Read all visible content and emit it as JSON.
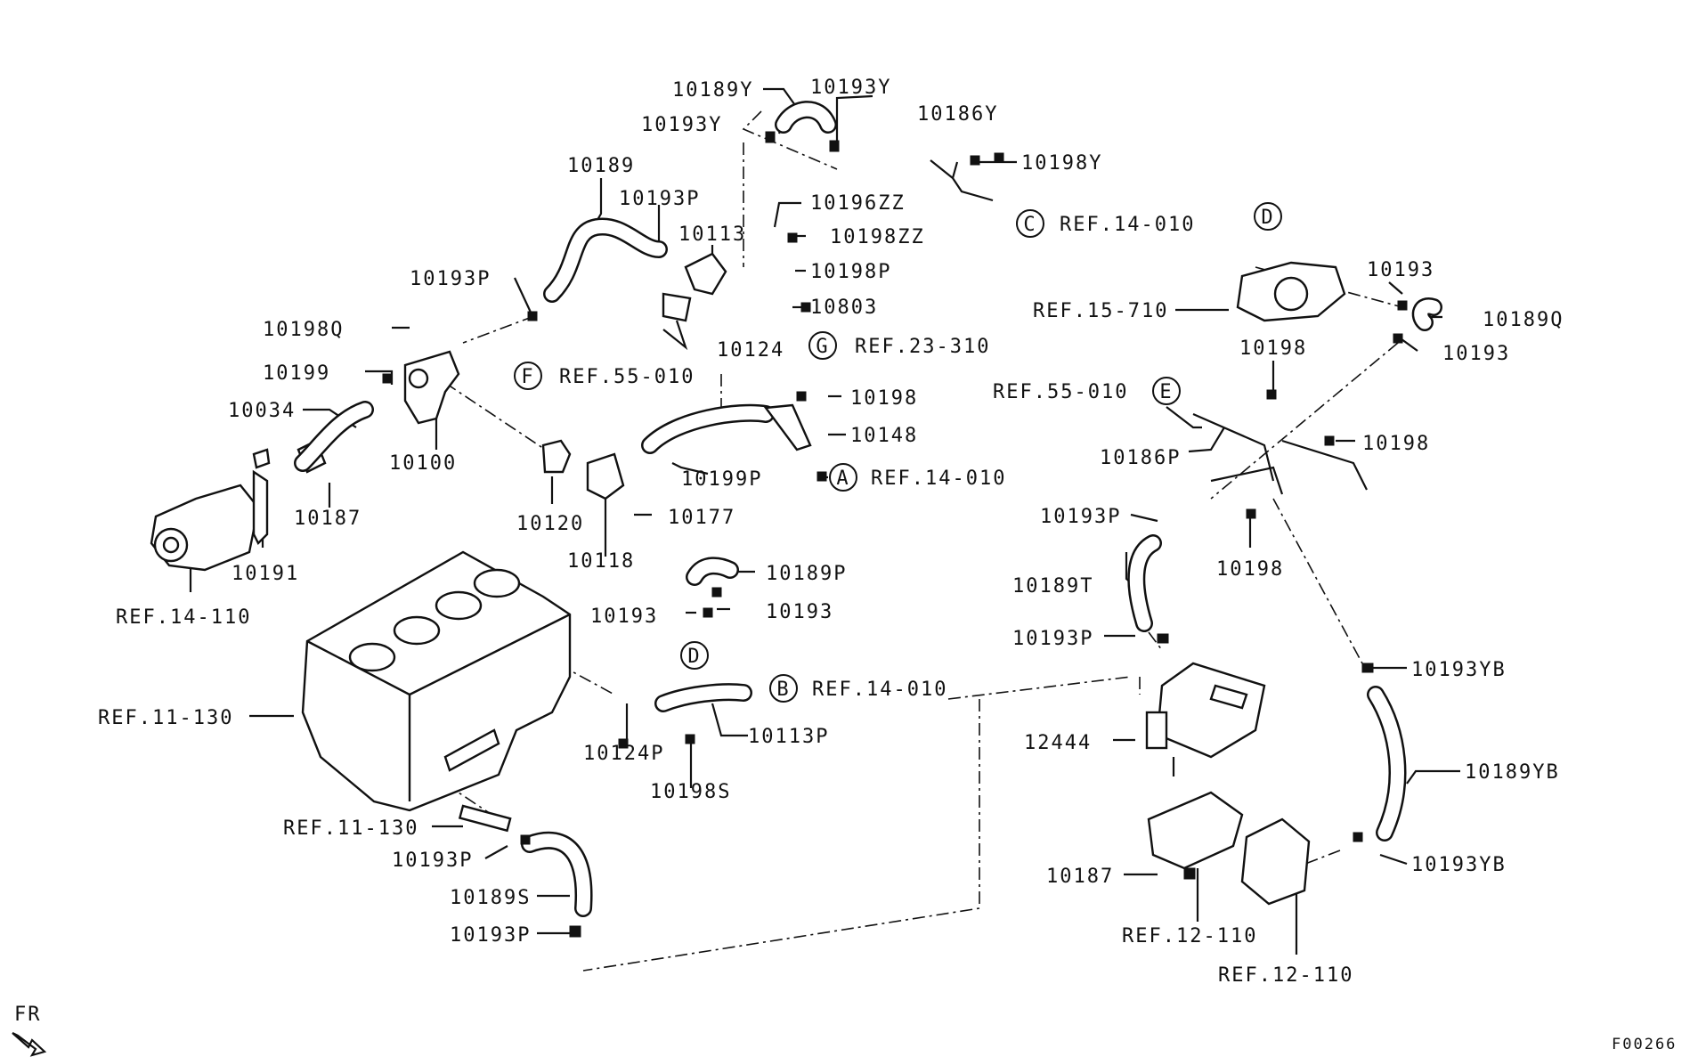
{
  "labels": [
    "10189Y",
    "10193Y",
    "10193Y",
    "10186Y",
    "10198Y",
    "10189",
    "10193P",
    "10196ZZ",
    "10113",
    "10198ZZ",
    "10198P",
    "10193P",
    "10803",
    "10198Q",
    "10124",
    "REF.23-310",
    "10199",
    "REF.55-010",
    "10198",
    "10034",
    "10148",
    "10100",
    "10199P",
    "REF.14-010",
    "10187",
    "10120",
    "10177",
    "10191",
    "10118",
    "REF.14-110",
    "10189P",
    "10193",
    "10193",
    "REF.14-010",
    "REF.11-130",
    "10113P",
    "10124P",
    "10198S",
    "REF.11-130",
    "10193P",
    "10189S",
    "10193P",
    "REF.14-010",
    "REF.15-710",
    "10193",
    "10189Q",
    "10193",
    "10198",
    "REF.55-010",
    "10198",
    "10186P",
    "10193P",
    "10198",
    "10189T",
    "10193P",
    "10193YB",
    "12444",
    "10189YB",
    "10187",
    "10193YB",
    "REF.12-110",
    "REF.12-110"
  ],
  "circle_markers": [
    "C",
    "G",
    "F",
    "A",
    "B",
    "D",
    "D",
    "E"
  ],
  "fr_label": "FR",
  "diagram_code": "F00266"
}
